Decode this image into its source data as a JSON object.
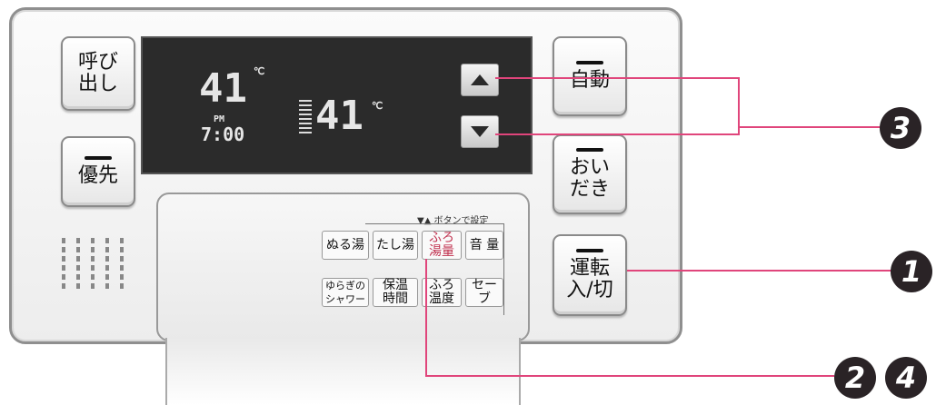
{
  "buttons": {
    "call": "呼び\n出し",
    "priority": "優先",
    "auto": "自動",
    "reheat": "おい\nだき",
    "power": "運転\n入/切"
  },
  "display": {
    "temp_left": "41",
    "temp_unit_left": "℃",
    "ampm": "PM",
    "time": "7:00",
    "temp_right": "41",
    "temp_unit_right": "℃"
  },
  "inner_panel": {
    "caption": "▼▲ ボタンで設定",
    "row1": [
      "ぬる湯",
      "たし湯",
      "ふろ\n湯量",
      "音 量"
    ],
    "row2": [
      "ゆらぎの\nシャワー",
      "保温\n時間",
      "ふろ\n温度",
      "セーブ"
    ]
  },
  "callouts": [
    "3",
    "1",
    "2",
    "4"
  ],
  "colors": {
    "callout_line": "#e0457b",
    "display_bg": "#2b2b2b"
  }
}
